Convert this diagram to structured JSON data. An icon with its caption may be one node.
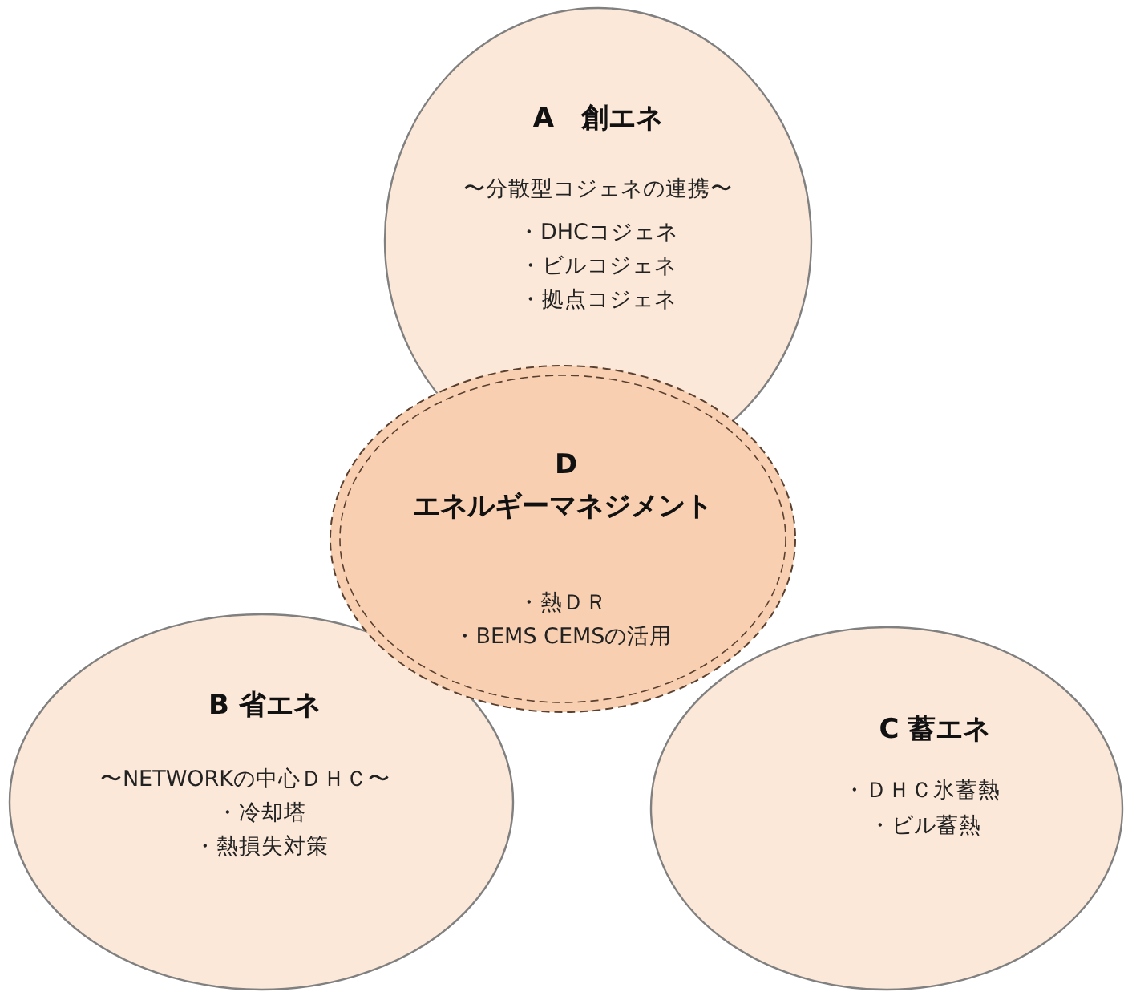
{
  "diagram": {
    "nodes": [
      {
        "text": [
          "A　創エネ",
          "〜分散型コジェネの連携〜",
          "・DHCコジェネ",
          "・ビルコジェネ",
          "・拠点コジェネ"
        ]
      },
      {
        "text": [
          "B  省エネ",
          "〜NETWORKの中心ＤＨＣ〜",
          "・冷却塔",
          "・熱損失対策"
        ]
      },
      {
        "text": [
          "C  蓄エネ",
          "・ＤＨＣ氷蓄熱",
          "・ビル蓄熱"
        ]
      },
      {
        "text": [
          "D",
          "エネルギーマネジメント",
          "・熱ＤＲ",
          "・BEMS CEMSの活用"
        ]
      }
    ]
  }
}
